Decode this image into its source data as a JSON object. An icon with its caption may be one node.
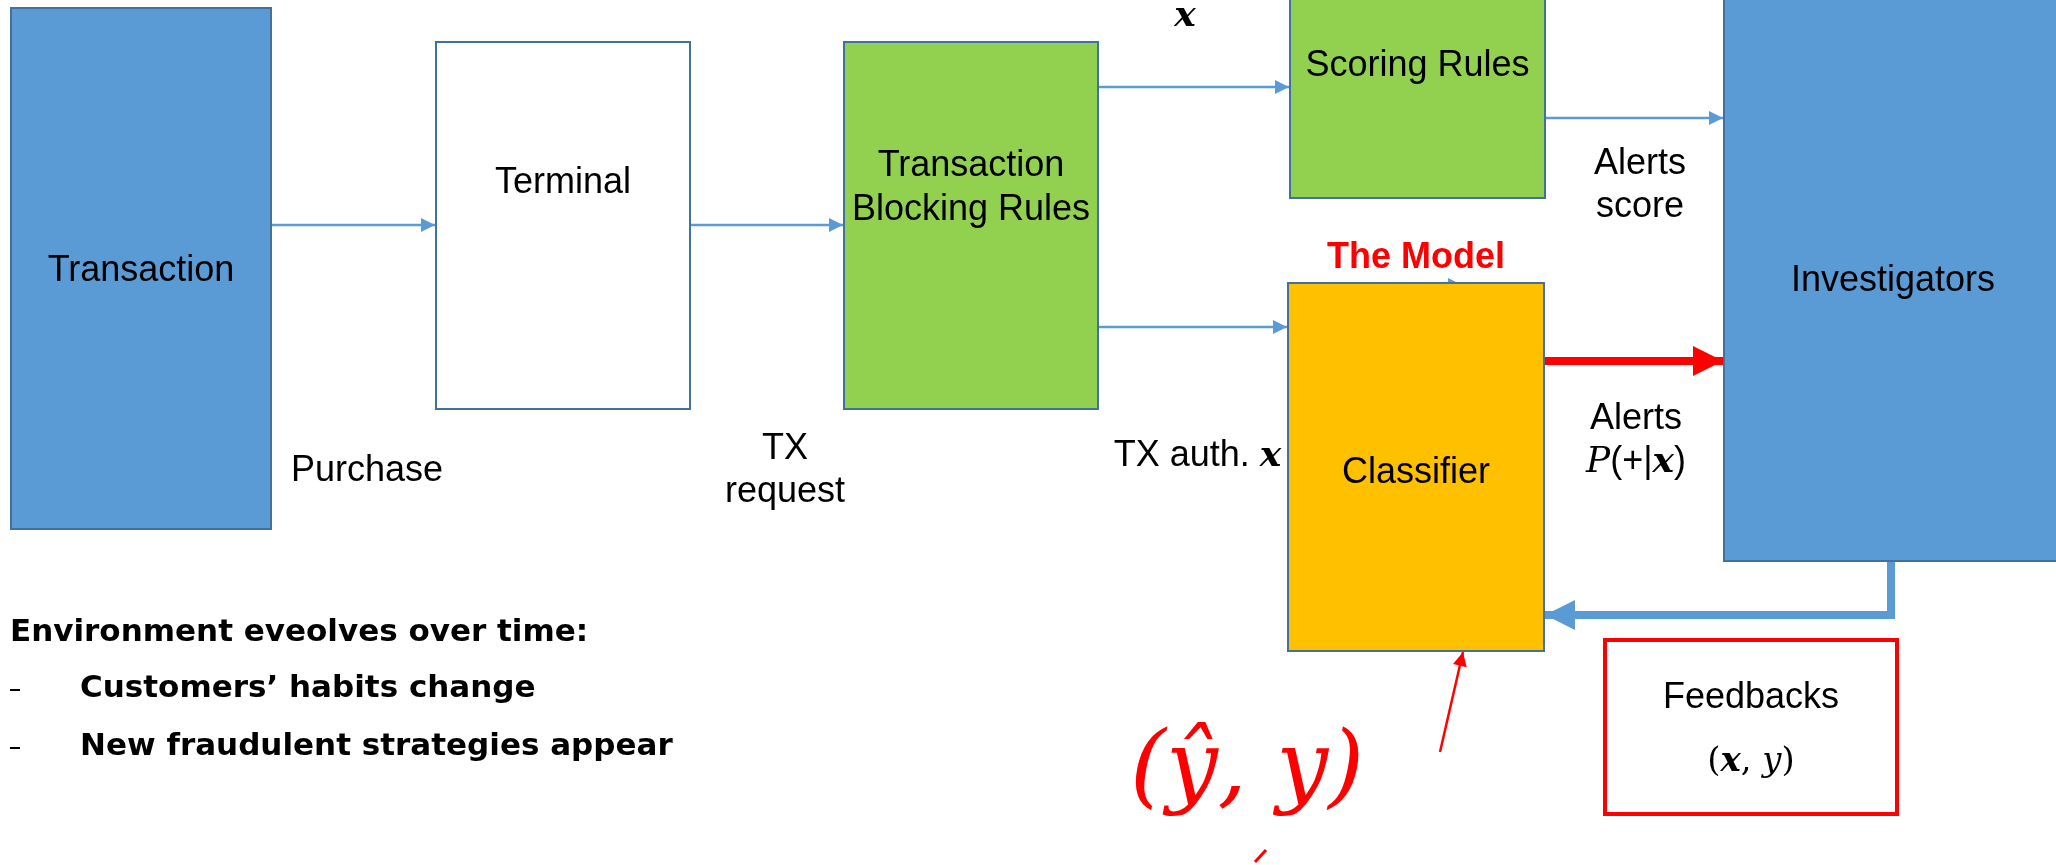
{
  "diagram": {
    "nodes": [
      {
        "text": [
          "Transaction"
        ]
      },
      {
        "text": [
          "Terminal"
        ]
      },
      {
        "text": [
          "Transaction Blocking Rules"
        ]
      },
      {
        "text": [
          "Scoring Rules"
        ]
      },
      {
        "text": [
          "The Model",
          "Classifier"
        ]
      },
      {
        "text": [
          "Investigators"
        ]
      },
      {
        "text": [
          "Feedbacks",
          "(**x**, *y*)"
        ]
      },
      {
        "text": [
          "(ŷ, y)"
        ]
      }
    ],
    "edges": [
      {
        "from": 0,
        "to": 1,
        "arrow": "to"
      },
      {
        "from": 1,
        "to": 2,
        "arrow": "to"
      },
      {
        "from": 2,
        "to": 3,
        "arrow": "to",
        "label": "**x**"
      },
      {
        "from": 2,
        "to": 4,
        "arrow": "to",
        "label": "TX auth. **x**"
      },
      {
        "from": 3,
        "to": 5,
        "arrow": "to",
        "label": "Alerts score"
      },
      {
        "from": 4,
        "to": 5,
        "arrow": "to",
        "label": "Alerts *P*(+|**x**)",
        "style": "thick",
        "color": "#ff0000"
      },
      {
        "from": 5,
        "to": 4,
        "arrow": "to",
        "style": "thick"
      },
      {
        "from": 7,
        "to": 4,
        "arrow": "to",
        "color": "#ff0000"
      },
      {
        "from": null,
        "to": 4,
        "arrow": "to"
      }
    ],
    "labels": [
      "Purchase",
      "TX request",
      "Environment eveolves over time:",
      "Customers’ habits change",
      "New fraudulent strategies appear"
    ]
  }
}
